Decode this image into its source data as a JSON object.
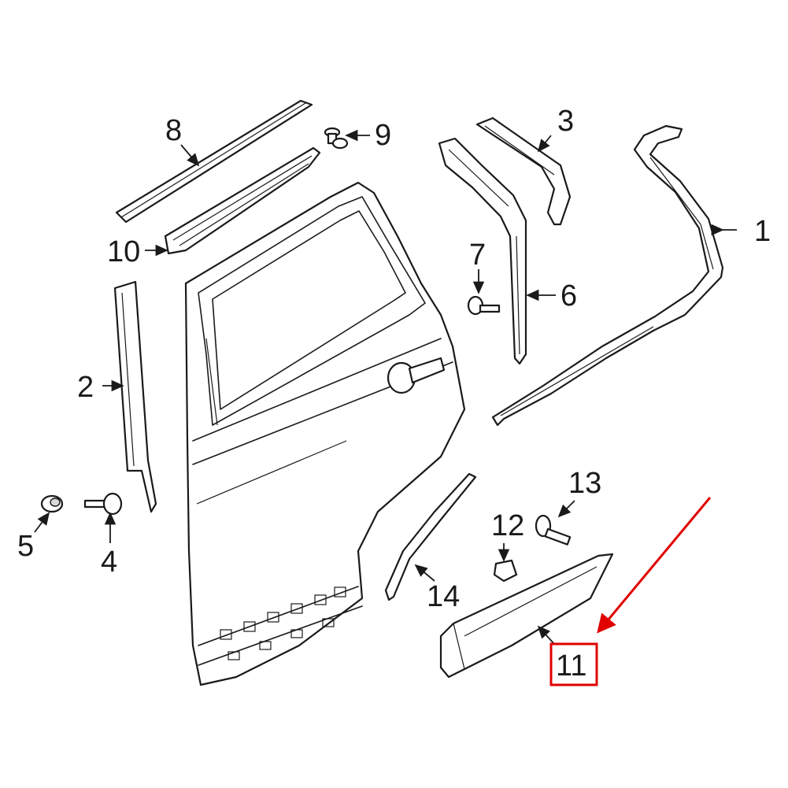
{
  "callouts": [
    {
      "id": "1",
      "label": "1"
    },
    {
      "id": "2",
      "label": "2"
    },
    {
      "id": "3",
      "label": "3"
    },
    {
      "id": "4",
      "label": "4"
    },
    {
      "id": "5",
      "label": "5"
    },
    {
      "id": "6",
      "label": "6"
    },
    {
      "id": "7",
      "label": "7"
    },
    {
      "id": "8",
      "label": "8"
    },
    {
      "id": "9",
      "label": "9"
    },
    {
      "id": "10",
      "label": "10"
    },
    {
      "id": "11",
      "label": "11"
    },
    {
      "id": "12",
      "label": "12"
    },
    {
      "id": "13",
      "label": "13"
    },
    {
      "id": "14",
      "label": "14"
    }
  ],
  "highlighted_part": "11",
  "colors": {
    "line": "#1a1a1a",
    "highlight": "#e00000",
    "background": "#ffffff"
  }
}
